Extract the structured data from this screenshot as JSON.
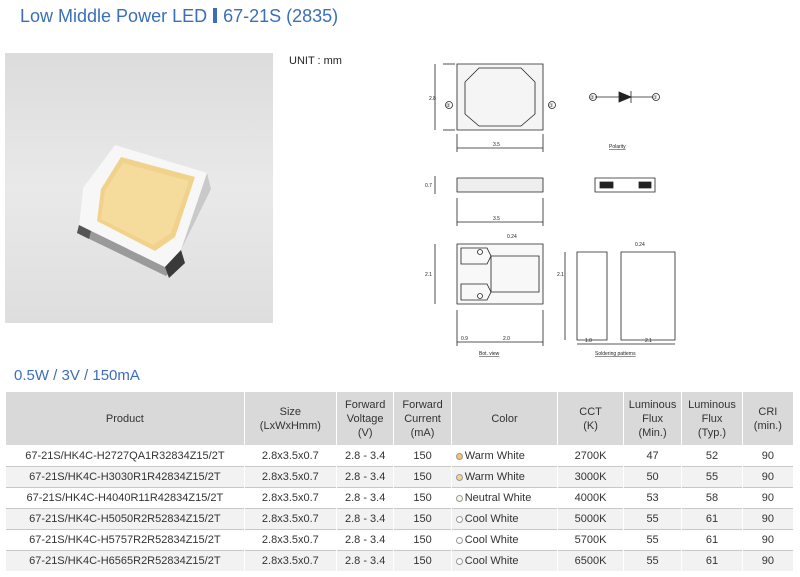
{
  "header": {
    "title_main": "Low Middle Power LED",
    "title_model": "67-21S (2835)"
  },
  "unit_label": "UNIT : mm",
  "drawing": {
    "dim_2_8": "2.8",
    "dim_3_5": "3.5",
    "dim_0_7": "0.7",
    "dim_3_5b": "3.5",
    "dim_0_24": "0.24",
    "dim_2_1": "2.1",
    "dim_0_9": "0.9",
    "dim_2_0": "2.0",
    "dim_0_24b": "0.24",
    "dim_2_1b": "2.1",
    "dim_1_0": "1.0",
    "dim_2_1c": "2.1",
    "pin_2": "②",
    "pin_1": "①",
    "polarity_label": "Polarity",
    "bot_view_label": "Bot. view",
    "soldering_label": "Soldering patterns"
  },
  "subtitle": "0.5W / 3V / 150mA",
  "table": {
    "headers": {
      "product": "Product",
      "size": "Size\n(LxWxHmm)",
      "vf": "Forward\nVoltage\n(V)",
      "if": "Forward\nCurrent\n(mA)",
      "color": "Color",
      "cct": "CCT\n(K)",
      "flux_min": "Luminous\nFlux\n(Min.)",
      "flux_typ": "Luminous\nFlux\n(Typ.)",
      "cri": "CRI\n(min.)"
    },
    "rows": [
      {
        "product": "67-21S/HK4C-H2727QA1R32834Z15/2T",
        "size": "2.8x3.5x0.7",
        "vf": "2.8 - 3.4",
        "if": "150",
        "color": "Warm White",
        "dot": "#f3c56b",
        "cct": "2700K",
        "flux_min": "47",
        "flux_typ": "52",
        "cri": "90"
      },
      {
        "product": "67-21S/HK4C-H3030R1R42834Z15/2T",
        "size": "2.8x3.5x0.7",
        "vf": "2.8 - 3.4",
        "if": "150",
        "color": "Warm White",
        "dot": "#f3d48a",
        "cct": "3000K",
        "flux_min": "50",
        "flux_typ": "55",
        "cri": "90"
      },
      {
        "product": "67-21S/HK4C-H4040R11R42834Z15/2T",
        "size": "2.8x3.5x0.7",
        "vf": "2.8 - 3.4",
        "if": "150",
        "color": "Neutral White",
        "dot": "#fbf6e8",
        "cct": "4000K",
        "flux_min": "53",
        "flux_typ": "58",
        "cri": "90"
      },
      {
        "product": "67-21S/HK4C-H5050R2R52834Z15/2T",
        "size": "2.8x3.5x0.7",
        "vf": "2.8 - 3.4",
        "if": "150",
        "color": "Cool White",
        "dot": "#ffffff",
        "cct": "5000K",
        "flux_min": "55",
        "flux_typ": "61",
        "cri": "90"
      },
      {
        "product": "67-21S/HK4C-H5757R2R52834Z15/2T",
        "size": "2.8x3.5x0.7",
        "vf": "2.8 - 3.4",
        "if": "150",
        "color": "Cool White",
        "dot": "#ffffff",
        "cct": "5700K",
        "flux_min": "55",
        "flux_typ": "61",
        "cri": "90"
      },
      {
        "product": "67-21S/HK4C-H6565R2R52834Z15/2T",
        "size": "2.8x3.5x0.7",
        "vf": "2.8 - 3.4",
        "if": "150",
        "color": "Cool White",
        "dot": "#ffffff",
        "cct": "6500K",
        "flux_min": "55",
        "flux_typ": "61",
        "cri": "90"
      }
    ]
  }
}
